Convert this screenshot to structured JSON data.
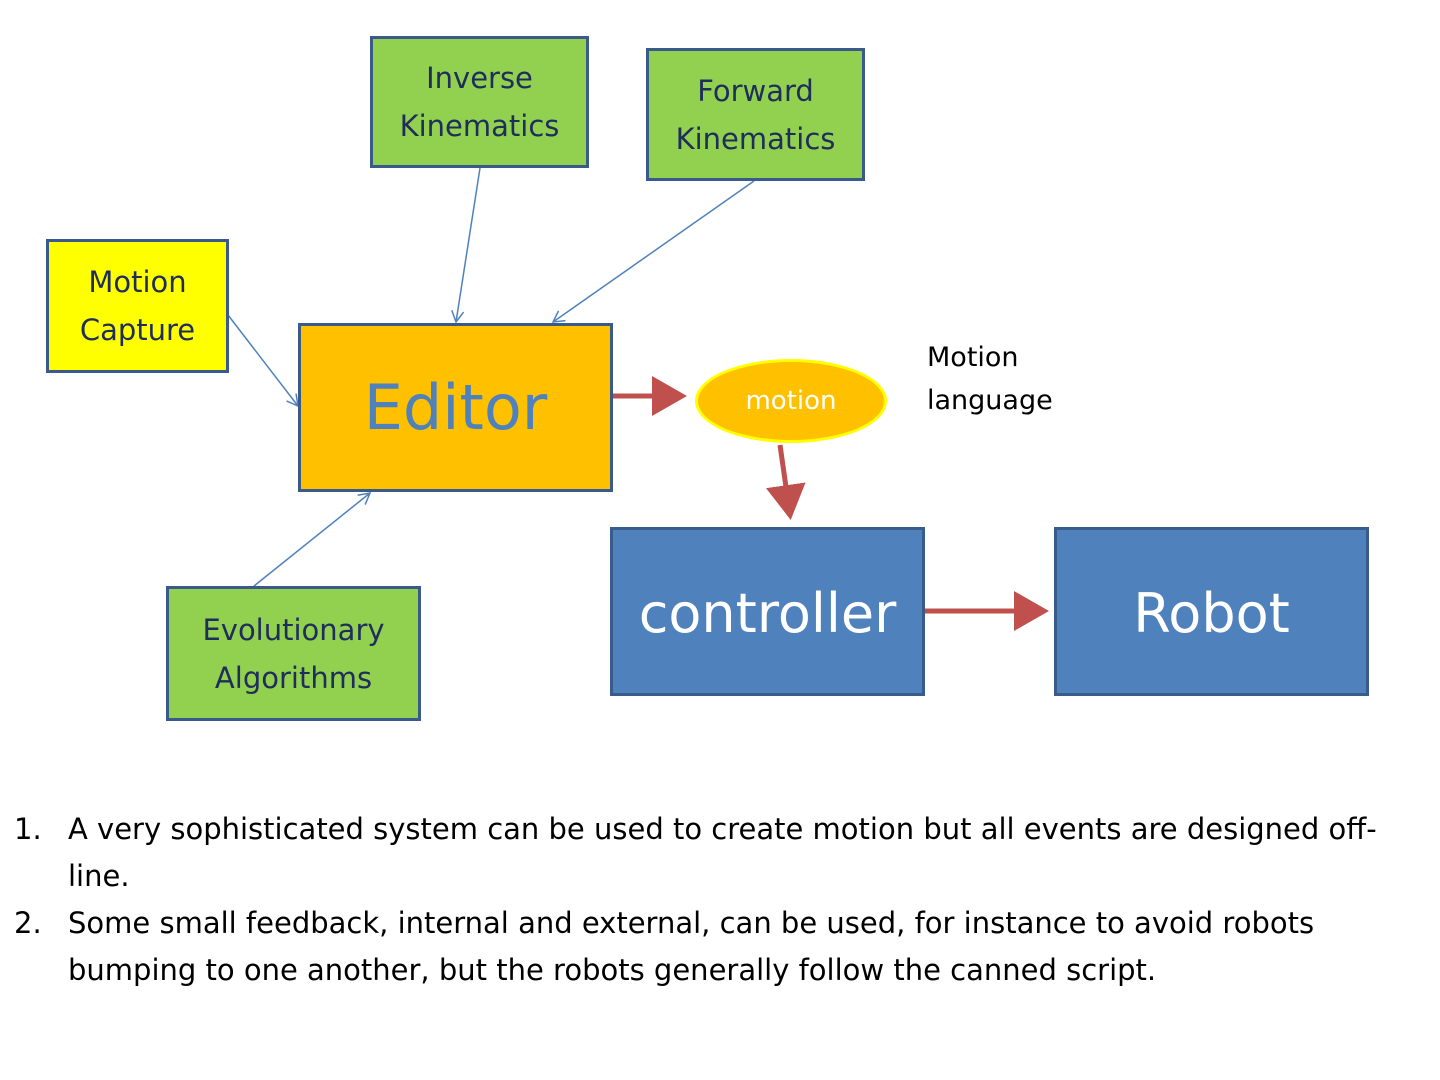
{
  "nodes": {
    "inverse_kinematics": [
      "Inverse",
      "Kinematics"
    ],
    "forward_kinematics": [
      "Forward",
      "Kinematics"
    ],
    "motion_capture": [
      "Motion",
      "Capture"
    ],
    "editor": "Editor",
    "motion": "motion",
    "controller": "controller",
    "robot": "Robot",
    "evolutionary_algorithms": [
      "Evolutionary",
      "Algorithms"
    ]
  },
  "annotation": [
    "Motion",
    "language"
  ],
  "notes": [
    {
      "num": "1.",
      "text": "A very sophisticated system  can be used to create motion but  all events are designed off-line."
    },
    {
      "num": "2.",
      "text": "Some small feedback, internal and external, can be used, for instance to avoid robots bumping to one another, but the robots generally follow the canned script."
    }
  ],
  "colors": {
    "green": "#92D050",
    "yellow": "#FFFF00",
    "orange": "#FFC000",
    "blue": "#4F81BD",
    "red_arrow": "#C0504D"
  }
}
